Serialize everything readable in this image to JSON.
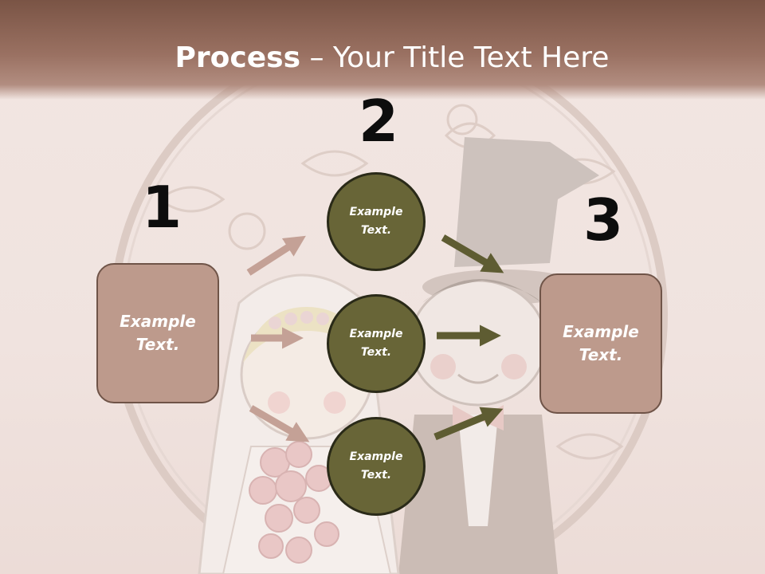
{
  "title": {
    "bold": "Process",
    "rest": " – Your Title Text Here"
  },
  "steps": [
    {
      "number": "1",
      "label": "Example\nText."
    },
    {
      "number": "2",
      "label": "Example\nText."
    },
    {
      "number": "3",
      "label": "Example\nText."
    }
  ],
  "circles": [
    {
      "label": "Example\nText."
    },
    {
      "label": "Example\nText."
    },
    {
      "label": "Example\nText."
    }
  ],
  "colors": {
    "title_bar": "#7a5445",
    "box_fill": "#bd9a8c",
    "circle_fill": "#686537",
    "arrow_left": "#c4a196",
    "arrow_right": "#5e5c32"
  },
  "icons": [
    "wedding-couple-illustration",
    "arrow-icon"
  ]
}
